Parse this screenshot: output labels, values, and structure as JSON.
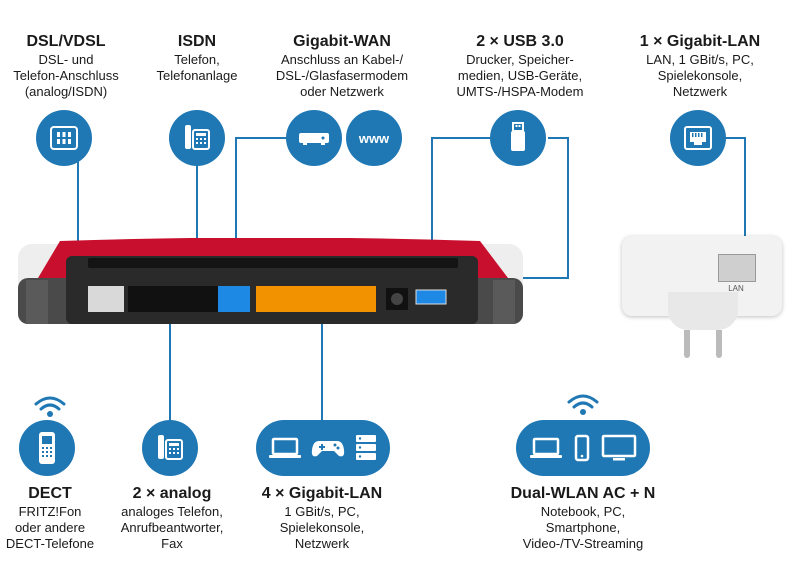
{
  "labels": {
    "dsl": {
      "title": "DSL/VDSL",
      "desc": [
        "DSL- und",
        "Telefon-Anschluss",
        "(analog/ISDN)"
      ]
    },
    "isdn": {
      "title": "ISDN",
      "desc": [
        "Telefon,",
        "Telefonanlage"
      ]
    },
    "wan": {
      "title": "Gigabit-WAN",
      "desc": [
        "Anschluss an Kabel-/",
        "DSL-/Glasfasermodem",
        "oder Netzwerk"
      ]
    },
    "usb": {
      "title": "2 × USB 3.0",
      "desc": [
        "Drucker, Speicher-",
        "medien, USB-Geräte,",
        "UMTS-/HSPA-Modem"
      ]
    },
    "lan1": {
      "title": "1 × Gigabit-LAN",
      "desc": [
        "LAN, 1 GBit/s, PC,",
        "Spielekonsole,",
        "Netzwerk"
      ]
    },
    "dect": {
      "title": "DECT",
      "desc": [
        "FRITZ!Fon",
        "oder andere",
        "DECT-Telefone"
      ]
    },
    "analog": {
      "title": "2 × analog",
      "desc": [
        "analoges Telefon,",
        "Anrufbeantworter,",
        "Fax"
      ]
    },
    "lan4": {
      "title": "4 × Gigabit-LAN",
      "desc": [
        "1 GBit/s, PC,",
        "Spielekonsole,",
        "Netzwerk"
      ]
    },
    "wlan": {
      "title": "Dual-WLAN AC + N",
      "desc": [
        "Notebook, PC,",
        "Smartphone,",
        "Video-/TV-Streaming"
      ]
    }
  },
  "icons": {
    "www_text": "www",
    "repeater_port_label": "LAN"
  },
  "colors": {
    "accent_blue": "#1f78b4",
    "router_red": "#c8102e",
    "lan_orange": "#f39200",
    "wan_blue": "#1e88e5"
  }
}
